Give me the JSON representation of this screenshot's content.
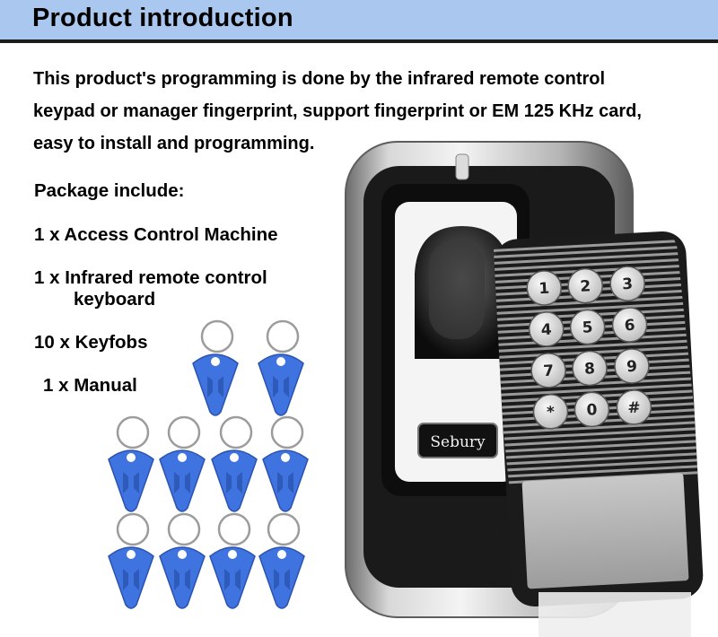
{
  "header": {
    "title": "Product introduction"
  },
  "intro": {
    "lines": [
      "This product's programming is done by the infrared remote control",
      "keypad or manager fingerprint, support fingerprint or EM 125 KHz card,",
      "easy to install and programming."
    ]
  },
  "package": {
    "heading": "Package include:",
    "items": [
      "1 x Access Control Machine",
      "1 x Infrared remote control",
      "keyboard",
      "10 x Keyfobs",
      "1 x Manual"
    ]
  },
  "device": {
    "brand": "Sebury"
  },
  "remote": {
    "keys": [
      "1",
      "2",
      "3",
      "4",
      "5",
      "6",
      "7",
      "8",
      "9",
      "*",
      "0",
      "#"
    ]
  },
  "colors": {
    "header_bg": "#aac8ef",
    "keyfob": "#3f74e0"
  }
}
